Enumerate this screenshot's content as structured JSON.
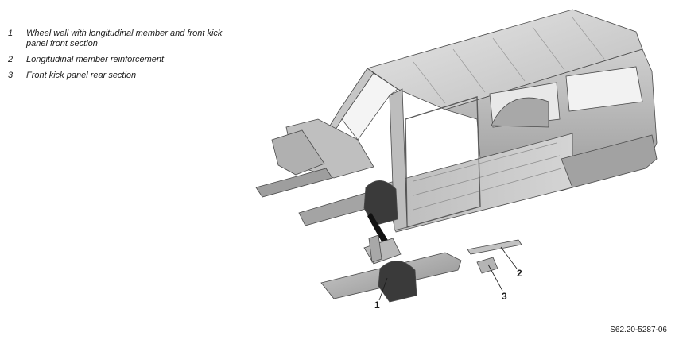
{
  "legend": {
    "items": [
      {
        "number": "1",
        "text": "Wheel well with longitudinal member and front kick panel front section"
      },
      {
        "number": "2",
        "text": "Longitudinal member reinforcement"
      },
      {
        "number": "3",
        "text": "Front kick panel rear section"
      }
    ]
  },
  "callouts": {
    "c1": "1",
    "c2": "2",
    "c3": "3"
  },
  "reference_code": "S62.20-5287-06",
  "colors": {
    "body_light": "#d9d9d9",
    "body_mid": "#b5b5b5",
    "body_dark": "#7f7f7f",
    "outline": "#4a4a4a",
    "highlight": "#3a3a3a"
  }
}
